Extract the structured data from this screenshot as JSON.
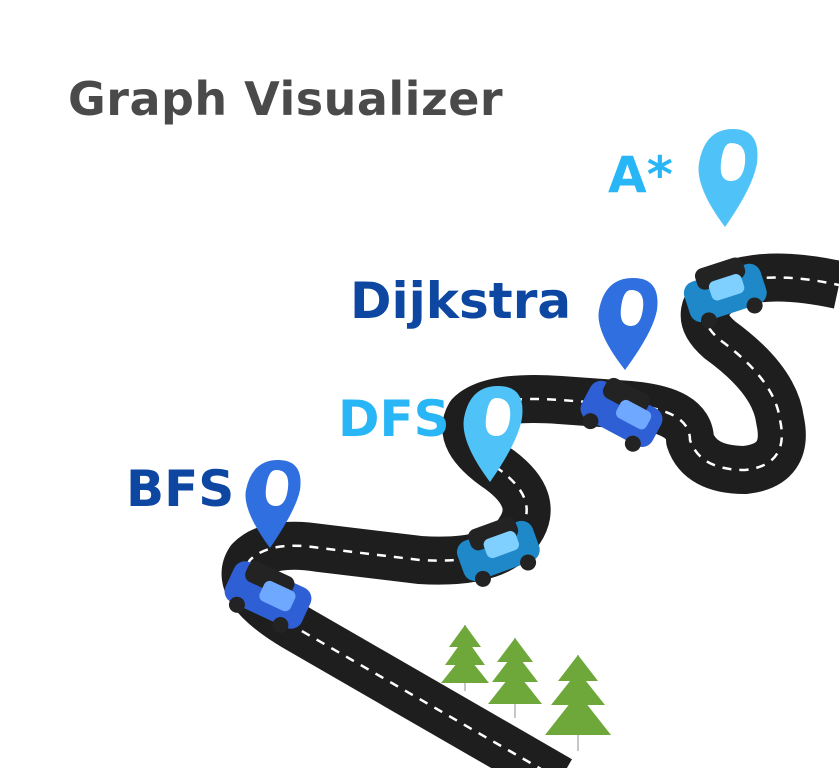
{
  "header": {
    "title": "Graph Visualizer"
  },
  "algorithms": [
    {
      "label": "BFS",
      "color": "#0d47a1"
    },
    {
      "label": "DFS",
      "color": "#29b6f6"
    },
    {
      "label": "Dijkstra",
      "color": "#0d47a1"
    },
    {
      "label": "A*",
      "color": "#29b6f6"
    }
  ],
  "colors": {
    "road": "#1e1e1e",
    "road_dash": "#ffffff",
    "pin_blue": "#2f6fe0",
    "pin_light": "#4fc3f7",
    "car_blue": "#2f5fd4",
    "car_teal": "#1e88c8",
    "tree": "#6fa83a"
  },
  "icons": [
    "map-pin-icon",
    "car-icon",
    "pine-tree-icon"
  ]
}
